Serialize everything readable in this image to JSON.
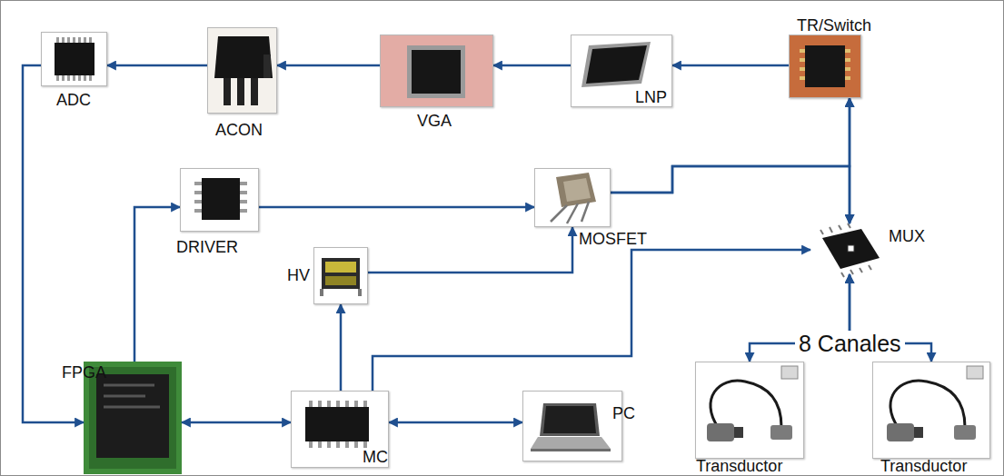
{
  "diagram": {
    "nodes": [
      {
        "text": [
          "ADC"
        ]
      },
      {
        "text": [
          "ACON"
        ]
      },
      {
        "text": [
          "VGA"
        ]
      },
      {
        "text": [
          "LNP"
        ]
      },
      {
        "text": [
          "TR/Switch"
        ]
      },
      {
        "text": [
          "DRIVER"
        ]
      },
      {
        "text": [
          "MOSFET"
        ]
      },
      {
        "text": [
          "HV"
        ]
      },
      {
        "text": [
          "MUX"
        ]
      },
      {
        "text": [
          "FPGA"
        ]
      },
      {
        "text": [
          "MC"
        ]
      },
      {
        "text": [
          "PC"
        ]
      },
      {
        "text": [
          "Transductor"
        ]
      },
      {
        "text": [
          "Transductor"
        ]
      }
    ],
    "edges": [
      {
        "from": 4,
        "to": 3,
        "arrow": "to"
      },
      {
        "from": 3,
        "to": 2,
        "arrow": "to"
      },
      {
        "from": 2,
        "to": 1,
        "arrow": "to"
      },
      {
        "from": 1,
        "to": 0,
        "arrow": "to"
      },
      {
        "from": 0,
        "to": 9,
        "arrow": "to"
      },
      {
        "from": 9,
        "to": 5,
        "arrow": "to"
      },
      {
        "from": 5,
        "to": 6,
        "arrow": "to"
      },
      {
        "from": 7,
        "to": 6,
        "arrow": "to"
      },
      {
        "from": 10,
        "to": 7,
        "arrow": "to"
      },
      {
        "from": 10,
        "to": 8,
        "arrow": "to"
      },
      {
        "from": 6,
        "to": 4,
        "arrow": "to"
      },
      {
        "from": 6,
        "to": 8,
        "arrow": "to"
      },
      {
        "from": 4,
        "to": 8,
        "arrow": "both"
      },
      {
        "from": 9,
        "to": 10,
        "arrow": "both"
      },
      {
        "from": 10,
        "to": 11,
        "arrow": "both"
      },
      {
        "from": 8,
        "to": 12,
        "arrow": "both"
      },
      {
        "from": 8,
        "to": 13,
        "arrow": "both"
      }
    ],
    "labels": [
      "8 Canales"
    ]
  }
}
